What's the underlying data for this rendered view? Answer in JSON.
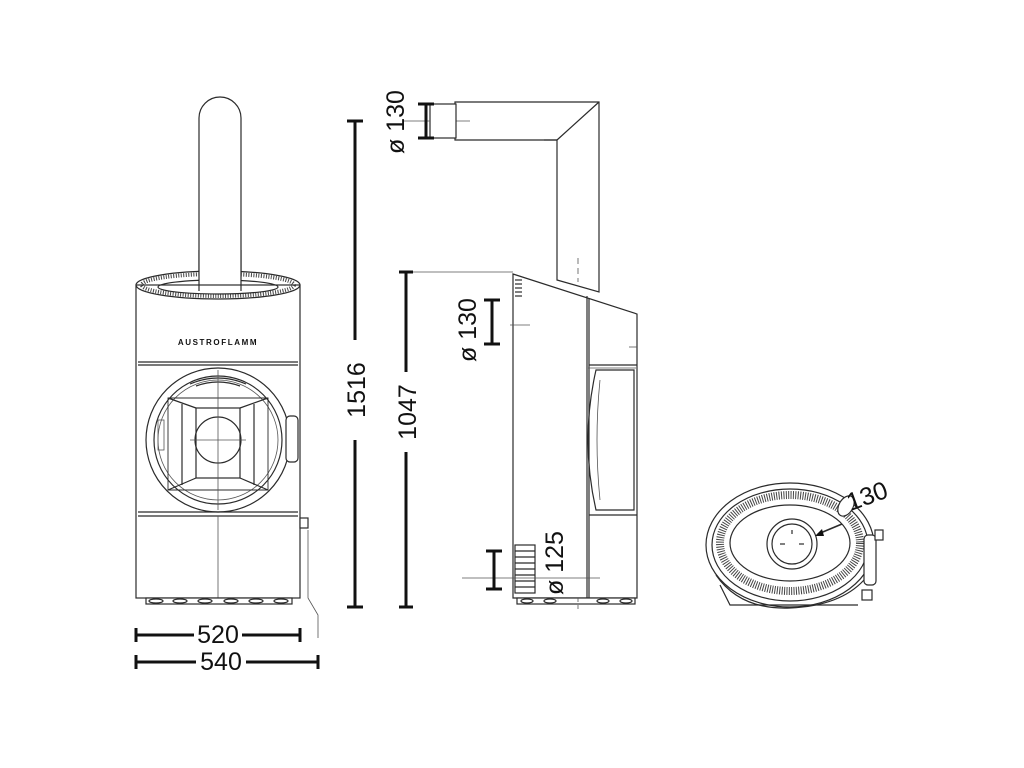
{
  "brand": "AUSTROFLAMM",
  "dimensions": {
    "width_inner": "520",
    "width_outer": "540",
    "total_height": "1516",
    "connection_height": "1047",
    "flue_top": "ø 130",
    "flue_rear": "ø 130",
    "air_intake": "ø 125",
    "plan_flue": "130"
  },
  "colors": {
    "line": "#2b2b2b",
    "dimension": "#111111",
    "background": "#ffffff"
  }
}
